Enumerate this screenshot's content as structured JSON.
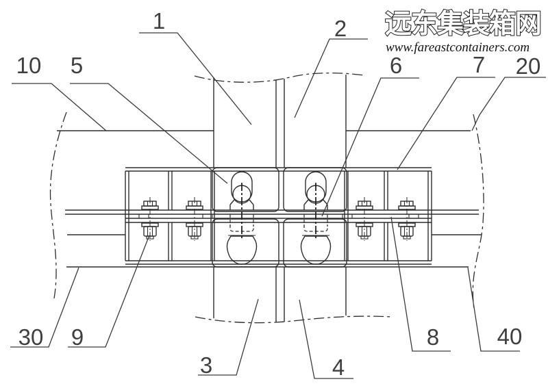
{
  "meta": {
    "type": "technical-assembly-drawing",
    "subject": "container corner post and twistlock bolted connection detail",
    "colors": {
      "background": "#ffffff",
      "line": "#2d2d2d",
      "label": "#3f3f3f"
    }
  },
  "watermark": {
    "site_name": "远东集装箱网",
    "site_url": "www.fareastcontainers.com"
  },
  "callouts": {
    "labels": [
      "1",
      "2",
      "10",
      "5",
      "6",
      "7",
      "20",
      "30",
      "9",
      "3",
      "4",
      "8",
      "40"
    ]
  }
}
